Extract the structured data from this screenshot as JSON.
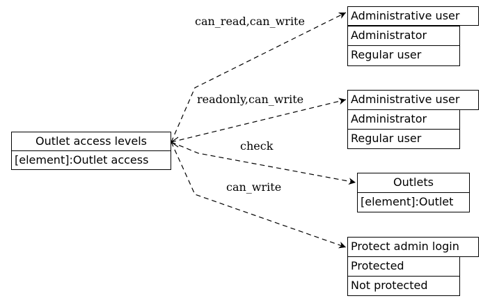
{
  "source": {
    "title": "Outlet access levels",
    "attribute": "[element]:Outlet access"
  },
  "targets": [
    {
      "title": "Administrative user",
      "rows": [
        "Administrator",
        "Regular user"
      ],
      "edge_label": "can_read,can_write"
    },
    {
      "title": "Administrative user",
      "rows": [
        "Administrator",
        "Regular user"
      ],
      "edge_label": "readonly,can_write"
    },
    {
      "title": "Outlets",
      "rows": [
        "[element]:Outlet"
      ],
      "edge_label": "check"
    },
    {
      "title": "Protect admin login",
      "rows": [
        "Protected",
        "Not protected"
      ],
      "edge_label": "can_write"
    }
  ]
}
